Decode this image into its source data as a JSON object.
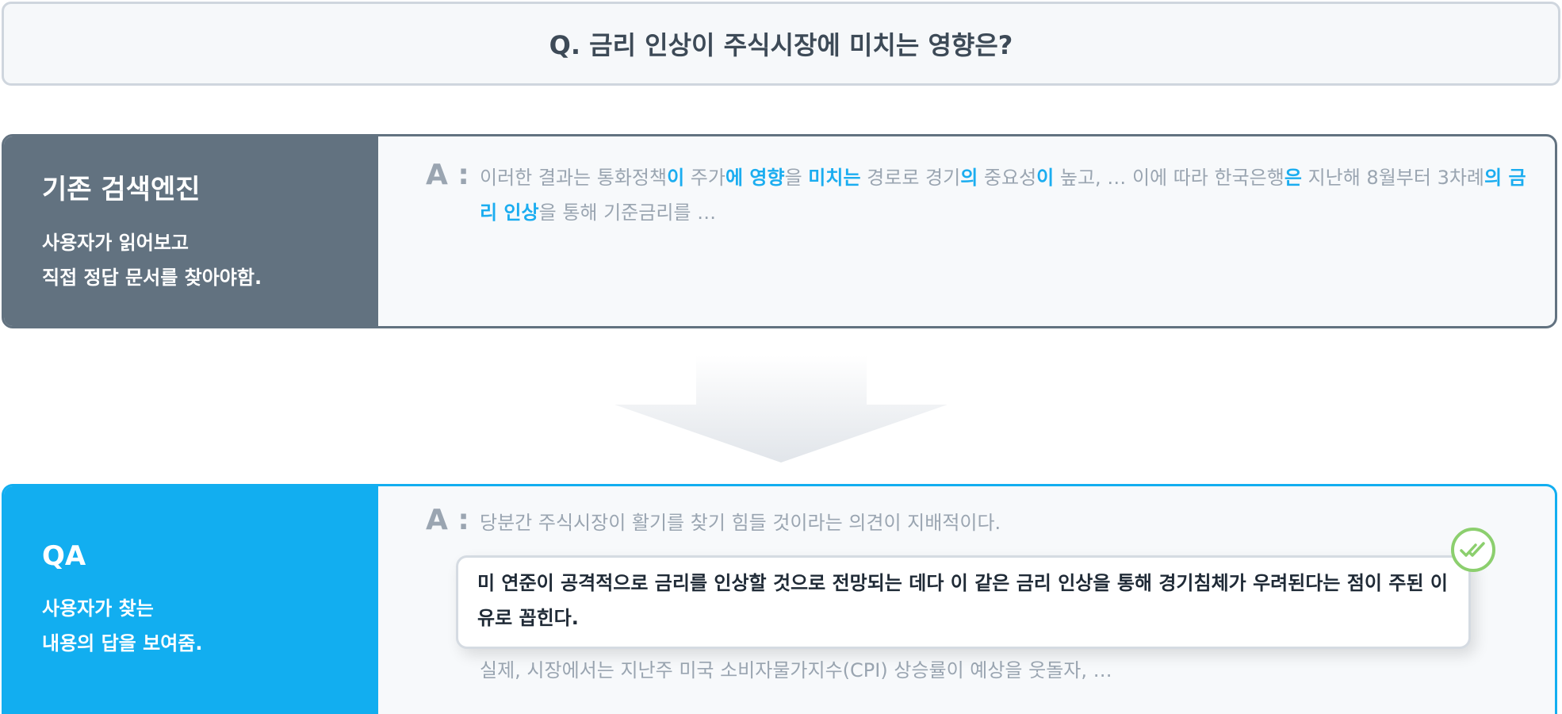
{
  "question": "Q. 금리 인상이 주식시장에 미치는 영향은?",
  "search_engine": {
    "title": "기존 검색엔진",
    "desc_line1": "사용자가 읽어보고",
    "desc_line2": "직접 정답 문서를 찾아야함.",
    "answer_label": "A :",
    "answer_segments": [
      {
        "text": "이러한 결과는 통화정책",
        "hl": false
      },
      {
        "text": "이",
        "hl": true
      },
      {
        "text": " 주가",
        "hl": false
      },
      {
        "text": "에 영향",
        "hl": true
      },
      {
        "text": "을 ",
        "hl": false
      },
      {
        "text": "미치는",
        "hl": true
      },
      {
        "text": " 경로로 경기",
        "hl": false
      },
      {
        "text": "의",
        "hl": true
      },
      {
        "text": " 중요성",
        "hl": false
      },
      {
        "text": "이",
        "hl": true
      },
      {
        "text": " 높고, … 이에 따라 한국은행",
        "hl": false
      },
      {
        "text": "은",
        "hl": true
      },
      {
        "text": " 지난해 8월부터 3차례",
        "hl": false
      },
      {
        "text": "의 금리 인상",
        "hl": true
      },
      {
        "text": "을 통해 기준금리를 …",
        "hl": false
      }
    ]
  },
  "qa": {
    "title": "QA",
    "desc_line1": "사용자가 찾는",
    "desc_line2": "내용의 답을 보여줌.",
    "answer_label": "A :",
    "answer_before": "당분간 주식시장이 활기를 찾기 힘들 것이라는 의견이 지배적이다.",
    "answer_highlight": "미 연준이 공격적으로 금리를 인상할 것으로 전망되는 데다 이 같은 금리 인상을 통해 경기침체가 우려된다는 점이 주된 이유로 꼽힌다.",
    "answer_after": "실제, 시장에서는 지난주 미국 소비자물가지수(CPI) 상승률이 예상을 웃돌자, …"
  },
  "icons": {
    "arrow": "down-arrow-icon",
    "check": "double-check-icon"
  },
  "colors": {
    "search_panel": "#627280",
    "qa_panel": "#12aef0",
    "highlight_text": "#1badf0",
    "check": "#8ccf6e"
  }
}
